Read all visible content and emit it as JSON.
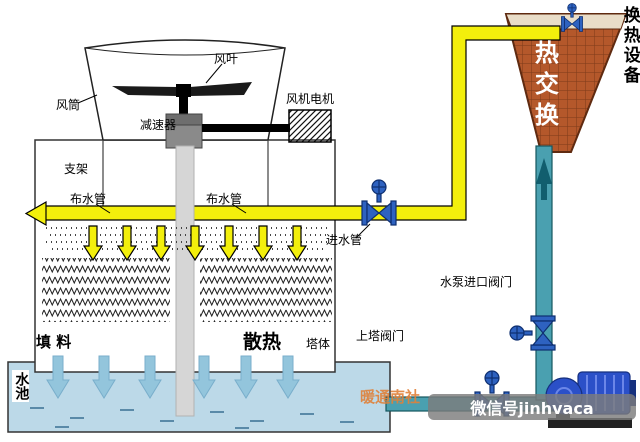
{
  "labels": {
    "fan_blade": "风叶",
    "fan_duct": "风筒",
    "fan_motor": "风机电机",
    "reducer": "减速器",
    "support": "支架",
    "dist_pipe_left": "布水管",
    "dist_pipe_right": "布水管",
    "inlet_pipe": "进水管",
    "fill_material": "填 料",
    "heat_dissipation": "散热",
    "tower_body": "塔体",
    "up_tower_valve": "上塔阀门",
    "pump_inlet_valve": "水泵进口阀门",
    "pool": "水池",
    "heat_exchange": "热交换",
    "heat_exchange_equipment": "换热设备"
  },
  "watermarks": {
    "brand": "暖通南社",
    "wechat": "微信号jinhvaca"
  },
  "colors": {
    "hot_pipe": "#f3ef0c",
    "cold_pipe": "#4aa0b0",
    "exchanger": "#b4582b",
    "pump": "#2b50c8",
    "valve": "#2e62c0",
    "pool_water": "#bcd9e8",
    "water_arrow": "#93c5dc",
    "wm_orange": "#e0813a",
    "wm_bar": "rgba(125,125,125,0.82)"
  }
}
